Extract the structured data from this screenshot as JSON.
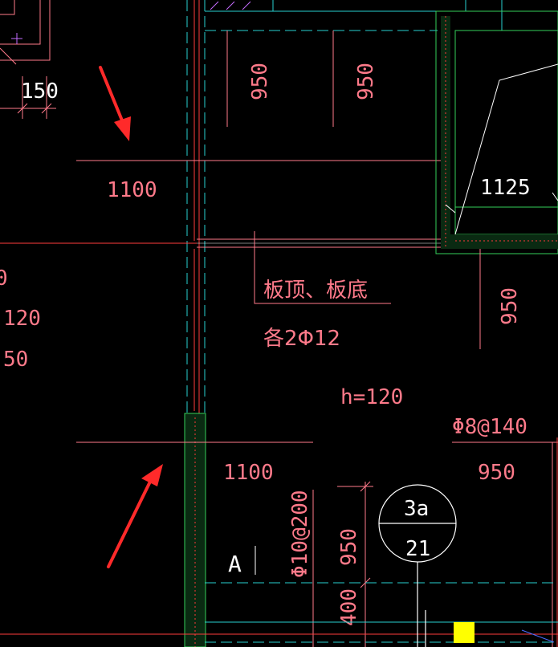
{
  "colors": {
    "background": "#000000",
    "wall_red": "#ff3b3b",
    "dim_pink": "#ff7a8a",
    "axis_cyan": "#29d0d0",
    "hatch_green": "#35d05a",
    "white": "#ffffff",
    "magenta": "#c56cff",
    "annotation_arrow": "#ff2a2a",
    "marker_yellow": "#ffff00"
  },
  "drawing": {
    "dimensions": {
      "d150": "150",
      "d950_a": "950",
      "d950_b": "950",
      "d1100_top": "1100",
      "d1125": "1125",
      "d950_right": "950",
      "d1100_bottom": "1100",
      "d950_bottom_right": "950",
      "d950_vertical_bottom": "950",
      "d400_vertical_bottom": "400"
    },
    "left_edge_labels": {
      "l0": "0",
      "l120": "120",
      "l50": "50"
    },
    "rebar_notes": {
      "top_bottom": "板顶、板底",
      "count_bars": "各2Φ12",
      "slab_thickness": "h=120",
      "distribution_bar": "Φ8@140",
      "stirrup": "Φ10@200"
    },
    "section_marker": {
      "top": "3a",
      "bottom": "21"
    },
    "axis_label": "A"
  }
}
